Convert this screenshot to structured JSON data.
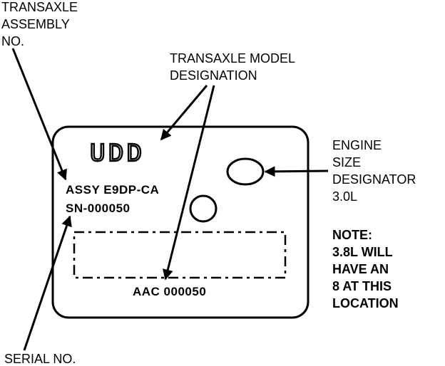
{
  "labels": {
    "assembly_no": [
      "TRANSAXLE",
      "ASSEMBLY",
      "NO."
    ],
    "model_designation": [
      "TRANSAXLE MODEL",
      "DESIGNATION"
    ],
    "engine_size": [
      "ENGINE",
      "SIZE",
      "DESIGNATOR",
      "3.0L"
    ],
    "note": [
      "NOTE:",
      "3.8L WILL",
      "HAVE AN",
      "8 AT THIS",
      "LOCATION"
    ],
    "serial_no": "SERIAL NO."
  },
  "tag": {
    "model_code": "UDD",
    "assy": "ASSY E9DP-CA",
    "serial": "SN-000050",
    "bottom_code": "AAC 000050"
  }
}
